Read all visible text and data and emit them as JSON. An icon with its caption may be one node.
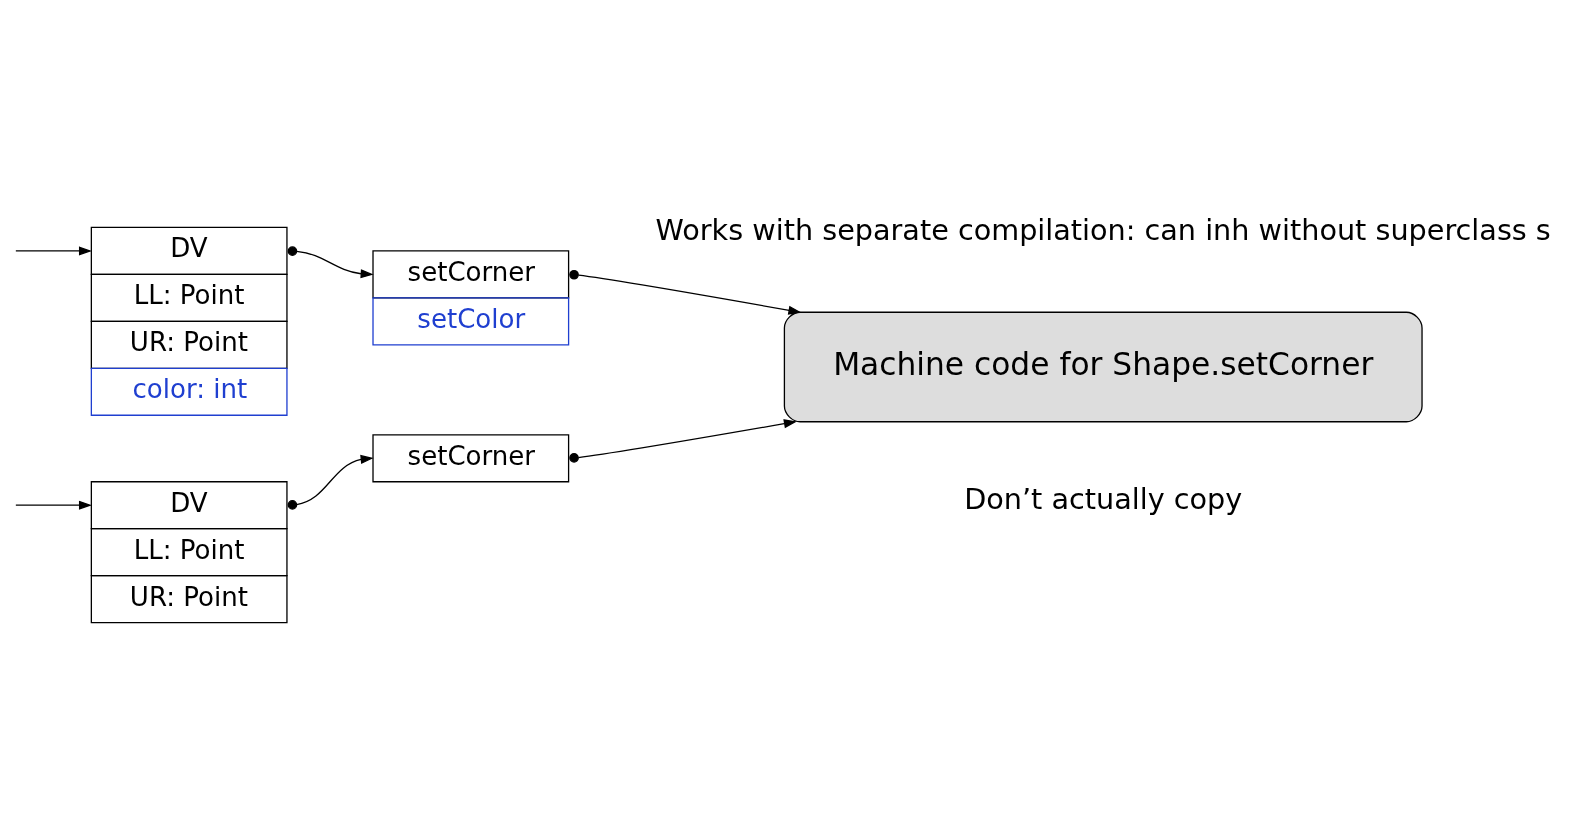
{
  "diagram": {
    "nodes": [
      {
        "text": [
          "DV",
          "LL: Point",
          "UR: Point"
        ]
      },
      {
        "text": [
          "setCorner"
        ]
      },
      {
        "text": [
          "Machine code for Shape.setCorner"
        ]
      },
      {
        "text": [
          "DV",
          "LL: Point",
          "UR: Point",
          "color: int"
        ]
      },
      {
        "text": [
          "setCorner",
          "setColor"
        ]
      }
    ],
    "edges": [
      {
        "from": null,
        "to": 0,
        "arrow": "to"
      },
      {
        "from": 0,
        "to": 1,
        "arrow": "to"
      },
      {
        "from": 1,
        "to": 2,
        "arrow": "to"
      },
      {
        "from": null,
        "to": 3,
        "arrow": "to"
      },
      {
        "from": 3,
        "to": 4,
        "arrow": "to"
      },
      {
        "from": 4,
        "to": 2,
        "arrow": "to"
      }
    ],
    "labels": [
      "Don’t actually copy",
      "Works with separate compilation: can inh without superclass s"
    ]
  }
}
